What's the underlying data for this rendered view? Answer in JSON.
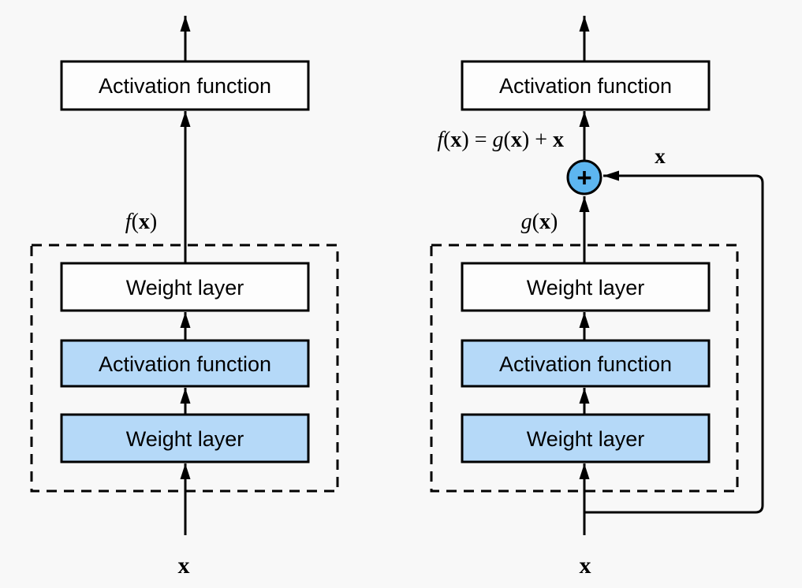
{
  "colors": {
    "background": "#f8f8f8",
    "box_white": "#fdfdfd",
    "box_blue": "#b5d9f8",
    "circle_blue": "#5db6f0",
    "line": "#000000"
  },
  "left": {
    "top_activation_label": "Activation function",
    "function_label_parts": [
      "f",
      "(",
      "x",
      ")"
    ],
    "weight_layer_top_label": "Weight layer",
    "inner_activation_label": "Activation function",
    "weight_layer_bottom_label": "Weight layer",
    "input_label": "x"
  },
  "right": {
    "top_activation_label": "Activation function",
    "equation_parts": [
      "f",
      "(",
      "x",
      ")",
      " = ",
      "g",
      "(",
      "x",
      ")",
      " + ",
      "x"
    ],
    "plus_label": "+",
    "skip_label": "x",
    "function_label_parts": [
      "g",
      "(",
      "x",
      ")"
    ],
    "weight_layer_top_label": "Weight layer",
    "inner_activation_label": "Activation function",
    "weight_layer_bottom_label": "Weight layer",
    "input_label": "x"
  }
}
